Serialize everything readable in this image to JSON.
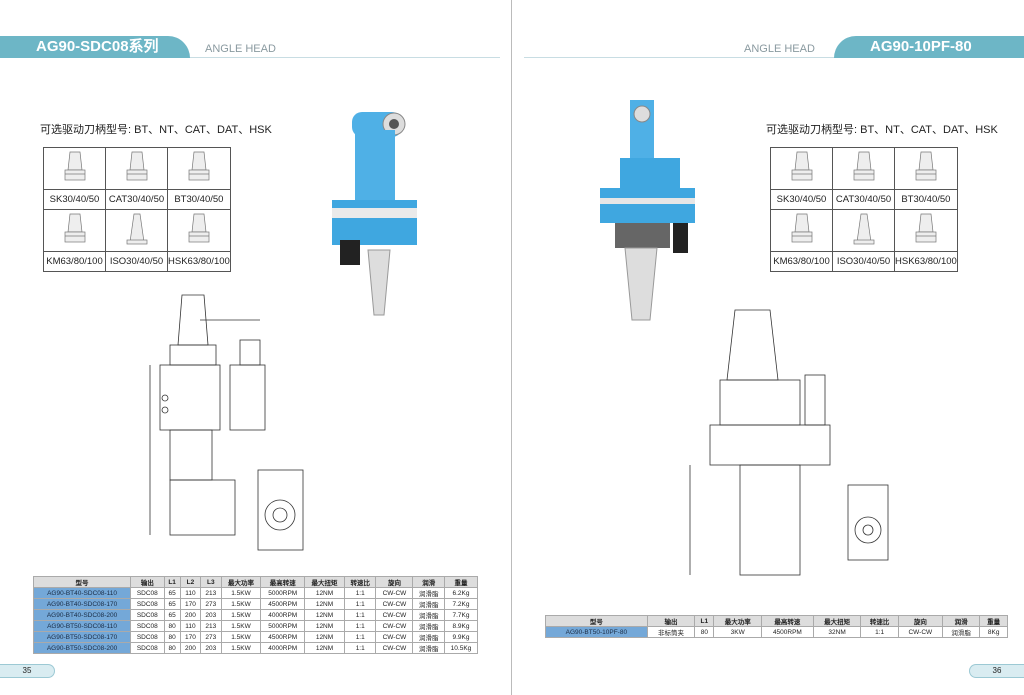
{
  "left": {
    "title": "AG90-SDC08系列",
    "section": "ANGLE HEAD",
    "subtitle": "可选驱动刀柄型号: BT、NT、CAT、DAT、HSK",
    "holders": [
      "SK30/40/50",
      "CAT30/40/50",
      "BT30/40/50",
      "KM63/80/100",
      "ISO30/40/50",
      "HSK63/80/100"
    ],
    "table": {
      "headers": [
        "型号",
        "输出",
        "L1",
        "L2",
        "L3",
        "最大功率",
        "最高转速",
        "最大扭矩",
        "转速比",
        "旋向",
        "润滑",
        "重量"
      ],
      "rows": [
        [
          "AG90-BT40-SDC08-110",
          "SDC08",
          "65",
          "110",
          "213",
          "1.5KW",
          "5000RPM",
          "12NM",
          "1:1",
          "CW-CW",
          "润滑脂",
          "6.2Kg"
        ],
        [
          "AG90-BT40-SDC08-170",
          "SDC08",
          "65",
          "170",
          "273",
          "1.5KW",
          "4500RPM",
          "12NM",
          "1:1",
          "CW-CW",
          "润滑脂",
          "7.2Kg"
        ],
        [
          "AG90-BT40-SDC08-200",
          "SDC08",
          "65",
          "200",
          "203",
          "1.5KW",
          "4000RPM",
          "12NM",
          "1:1",
          "CW-CW",
          "润滑脂",
          "7.7Kg"
        ],
        [
          "AG90-BT50-SDC08-110",
          "SDC08",
          "80",
          "110",
          "213",
          "1.5KW",
          "5000RPM",
          "12NM",
          "1:1",
          "CW-CW",
          "润滑脂",
          "8.9Kg"
        ],
        [
          "AG90-BT50-SDC08-170",
          "SDC08",
          "80",
          "170",
          "273",
          "1.5KW",
          "4500RPM",
          "12NM",
          "1:1",
          "CW-CW",
          "润滑脂",
          "9.9Kg"
        ],
        [
          "AG90-BT50-SDC08-200",
          "SDC08",
          "80",
          "200",
          "203",
          "1.5KW",
          "4000RPM",
          "12NM",
          "1:1",
          "CW-CW",
          "润滑脂",
          "10.5Kg"
        ]
      ]
    },
    "page": "35"
  },
  "right": {
    "title": "AG90-10PF-80",
    "section": "ANGLE HEAD",
    "subtitle": "可选驱动刀柄型号: BT、NT、CAT、DAT、HSK",
    "holders": [
      "SK30/40/50",
      "CAT30/40/50",
      "BT30/40/50",
      "KM63/80/100",
      "ISO30/40/50",
      "HSK63/80/100"
    ],
    "table": {
      "headers": [
        "型号",
        "输出",
        "L1",
        "最大功率",
        "最高转速",
        "最大扭矩",
        "转速比",
        "旋向",
        "润滑",
        "重量"
      ],
      "rows": [
        [
          "AG90-BT50-10PF-80",
          "非标筒夹",
          "80",
          "3KW",
          "4500RPM",
          "32NM",
          "1:1",
          "CW-CW",
          "润滑脂",
          "8Kg"
        ]
      ]
    },
    "page": "36"
  },
  "colors": {
    "band": "#6db6c6",
    "model_cell": "#74a8d8",
    "product": "#4fb0e6"
  }
}
